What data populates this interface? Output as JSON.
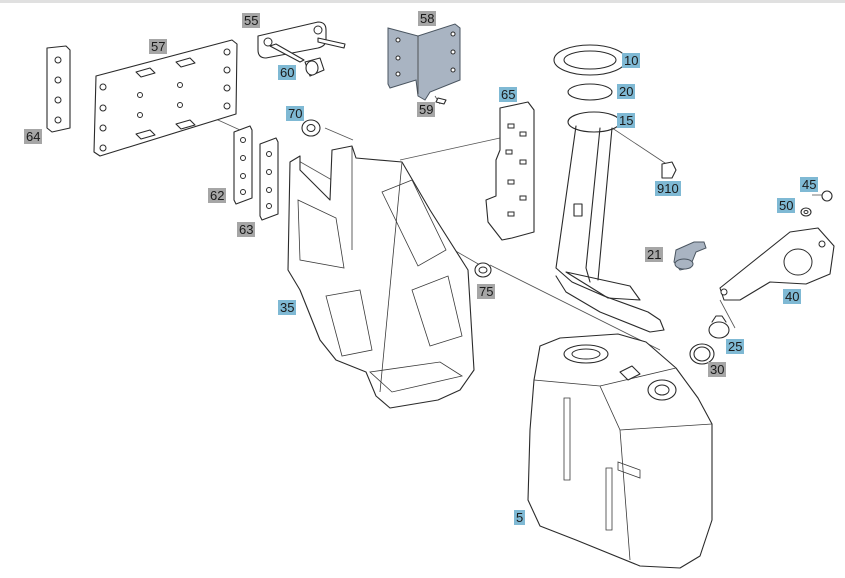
{
  "colors": {
    "callout_blue": "#7fb9d4",
    "callout_grey": "#a6a6a6",
    "line": "#2b2b2b"
  },
  "callouts": [
    {
      "id": "c55",
      "label": "55",
      "style": "grey"
    },
    {
      "id": "c58",
      "label": "58",
      "style": "grey"
    },
    {
      "id": "c57",
      "label": "57",
      "style": "grey"
    },
    {
      "id": "c60",
      "label": "60",
      "style": "blue"
    },
    {
      "id": "c10",
      "label": "10",
      "style": "blue"
    },
    {
      "id": "c20",
      "label": "20",
      "style": "blue"
    },
    {
      "id": "c59",
      "label": "59",
      "style": "grey"
    },
    {
      "id": "c65",
      "label": "65",
      "style": "blue"
    },
    {
      "id": "c70",
      "label": "70",
      "style": "blue"
    },
    {
      "id": "c15",
      "label": "15",
      "style": "blue"
    },
    {
      "id": "c64",
      "label": "64",
      "style": "grey"
    },
    {
      "id": "c910",
      "label": "910",
      "style": "blue"
    },
    {
      "id": "c45",
      "label": "45",
      "style": "blue"
    },
    {
      "id": "c62",
      "label": "62",
      "style": "grey"
    },
    {
      "id": "c50",
      "label": "50",
      "style": "blue"
    },
    {
      "id": "c63",
      "label": "63",
      "style": "grey"
    },
    {
      "id": "c21",
      "label": "21",
      "style": "grey"
    },
    {
      "id": "c75",
      "label": "75",
      "style": "grey"
    },
    {
      "id": "c40",
      "label": "40",
      "style": "blue"
    },
    {
      "id": "c35",
      "label": "35",
      "style": "blue"
    },
    {
      "id": "c25",
      "label": "25",
      "style": "blue"
    },
    {
      "id": "c30",
      "label": "30",
      "style": "grey"
    },
    {
      "id": "c5",
      "label": "5",
      "style": "blue"
    }
  ]
}
